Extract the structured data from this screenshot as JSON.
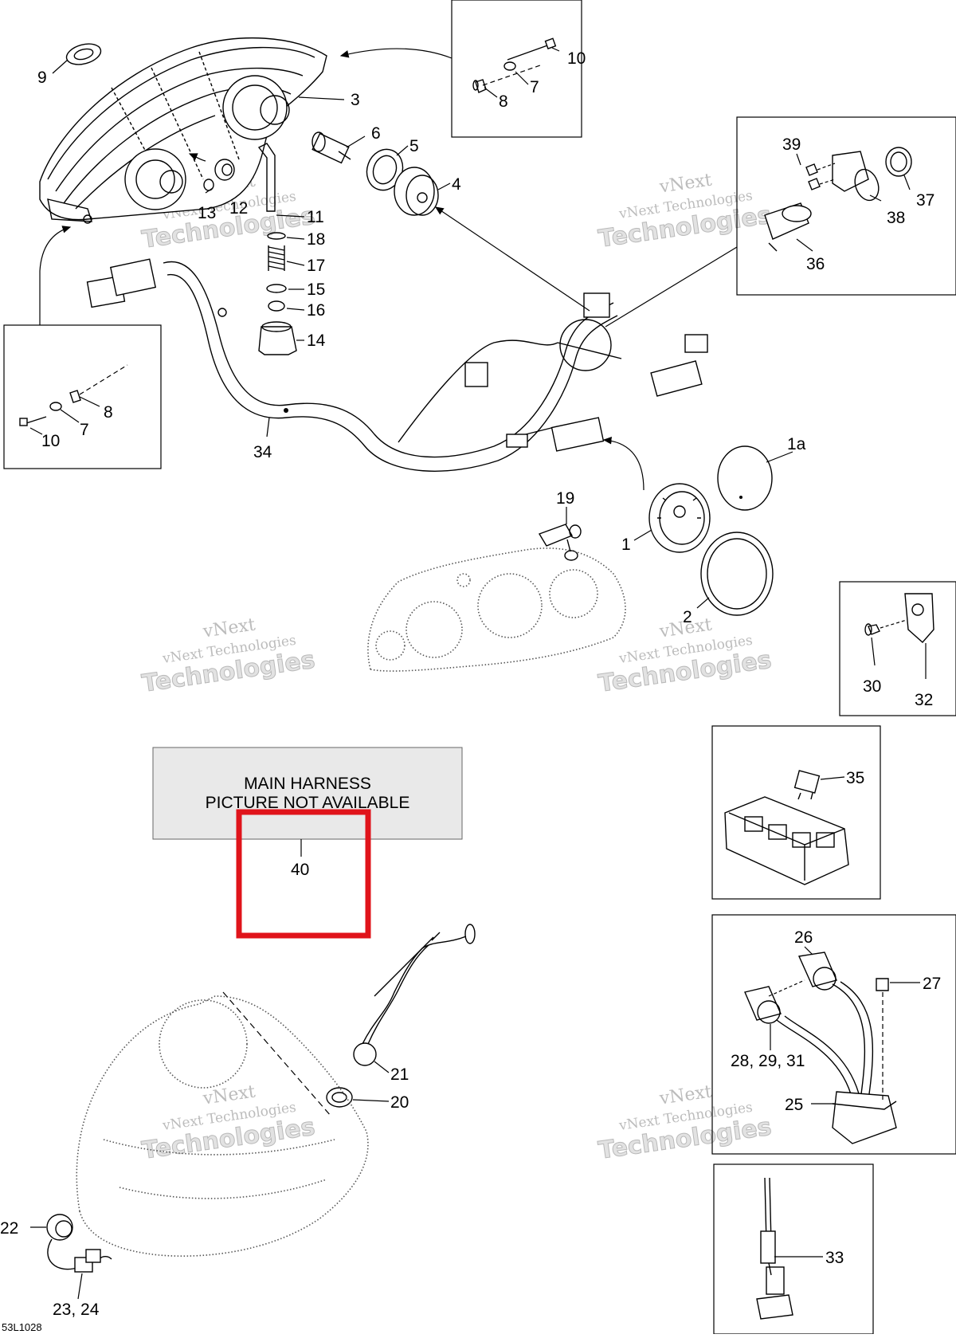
{
  "diagram": {
    "code": "53L1028",
    "callouts": [
      {
        "id": "c-10a",
        "text": "10"
      },
      {
        "id": "c-7a",
        "text": "7"
      },
      {
        "id": "c-8a",
        "text": "8"
      },
      {
        "id": "c-9",
        "text": "9"
      },
      {
        "id": "c-3",
        "text": "3"
      },
      {
        "id": "c-6",
        "text": "6"
      },
      {
        "id": "c-5",
        "text": "5"
      },
      {
        "id": "c-4",
        "text": "4"
      },
      {
        "id": "c-13",
        "text": "13"
      },
      {
        "id": "c-12",
        "text": "12"
      },
      {
        "id": "c-11",
        "text": "11"
      },
      {
        "id": "c-18",
        "text": "18"
      },
      {
        "id": "c-17",
        "text": "17"
      },
      {
        "id": "c-15",
        "text": "15"
      },
      {
        "id": "c-16",
        "text": "16"
      },
      {
        "id": "c-14",
        "text": "14"
      },
      {
        "id": "c-39",
        "text": "39"
      },
      {
        "id": "c-37",
        "text": "37"
      },
      {
        "id": "c-38",
        "text": "38"
      },
      {
        "id": "c-36",
        "text": "36"
      },
      {
        "id": "c-8b",
        "text": "8"
      },
      {
        "id": "c-7b",
        "text": "7"
      },
      {
        "id": "c-10b",
        "text": "10"
      },
      {
        "id": "c-34",
        "text": "34"
      },
      {
        "id": "c-1a",
        "text": "1a"
      },
      {
        "id": "c-19",
        "text": "19"
      },
      {
        "id": "c-1",
        "text": "1"
      },
      {
        "id": "c-2",
        "text": "2"
      },
      {
        "id": "c-30",
        "text": "30"
      },
      {
        "id": "c-32",
        "text": "32"
      },
      {
        "id": "c-35",
        "text": "35"
      },
      {
        "id": "c-40",
        "text": "40"
      },
      {
        "id": "c-26",
        "text": "26"
      },
      {
        "id": "c-27",
        "text": "27"
      },
      {
        "id": "c-28-29-31",
        "text": "28, 29, 31"
      },
      {
        "id": "c-25",
        "text": "25"
      },
      {
        "id": "c-21",
        "text": "21"
      },
      {
        "id": "c-20",
        "text": "20"
      },
      {
        "id": "c-22",
        "text": "22"
      },
      {
        "id": "c-23-24",
        "text": "23, 24"
      },
      {
        "id": "c-33",
        "text": "33"
      }
    ],
    "placeholder": {
      "line1": "MAIN HARNESS",
      "line2": "PICTURE NOT AVAILABLE"
    },
    "highlight_color": "#e0141b"
  },
  "watermark": {
    "line1": "vNext",
    "line2": "vNext Technologies",
    "line3": "Technologies"
  }
}
